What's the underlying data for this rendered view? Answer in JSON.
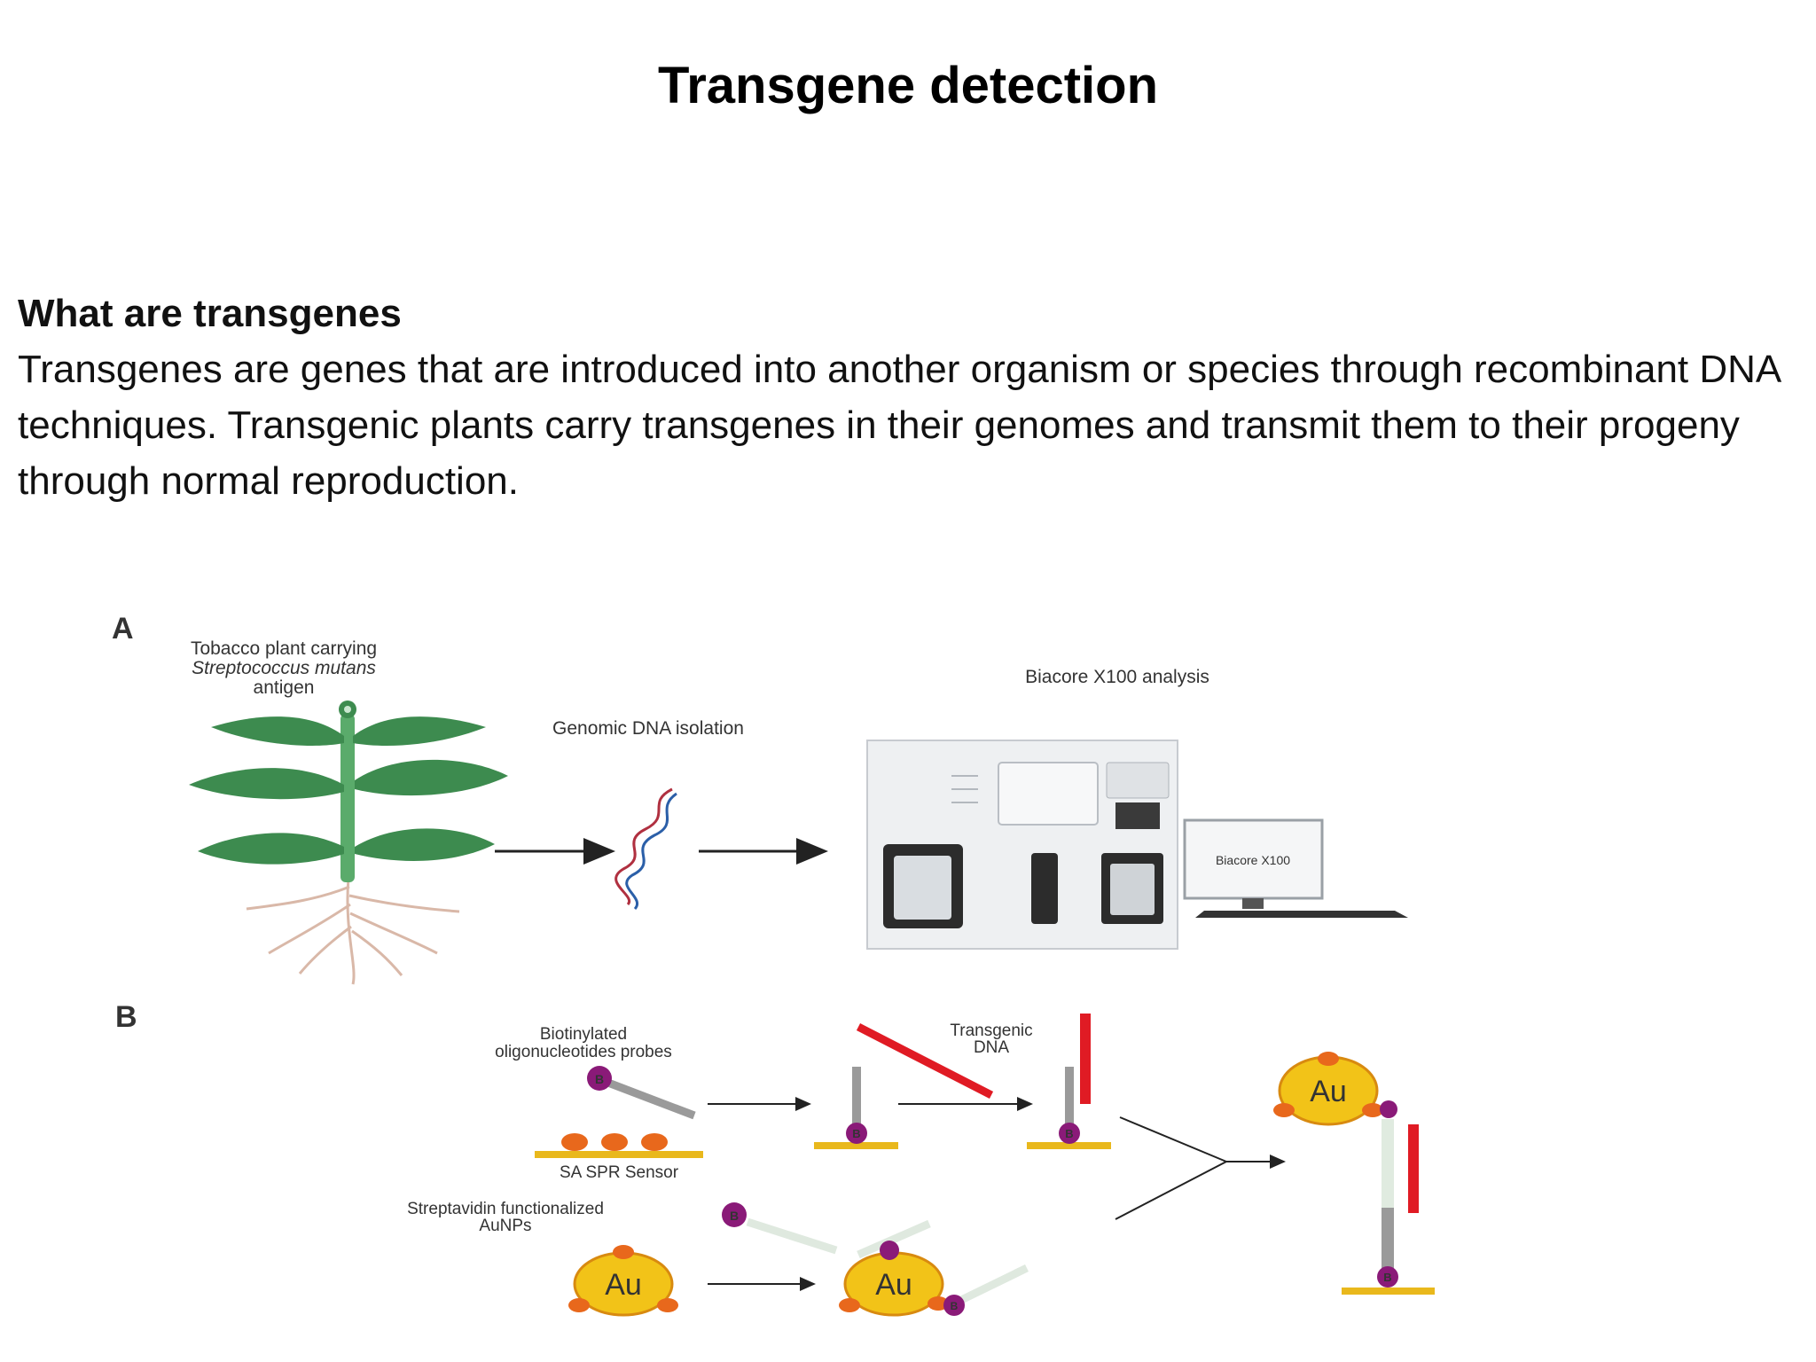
{
  "slide": {
    "title": "Transgene detection"
  },
  "body": {
    "heading": "What are transgenes",
    "paragraph": "Transgenes are genes that are introduced into another organism or species through recombinant DNA techniques. Transgenic plants carry transgenes in their genomes and transmit them to their progeny through normal reproduction."
  },
  "figure": {
    "panel_a": {
      "letter": "A",
      "plant_label_line1": "Tobacco plant carrying",
      "plant_label_line2": "Streptococcus mutans",
      "plant_label_line3": "antigen",
      "dna_label": "Genomic DNA isolation",
      "instrument_label": "Biacore X100 analysis",
      "monitor_text": "Biacore X100"
    },
    "panel_b": {
      "letter": "B",
      "probe_label_line1": "Biotinylated",
      "probe_label_line2": "oligonucleotides probes",
      "sensor_label": "SA SPR Sensor",
      "transgenic_label_line1": "Transgenic",
      "transgenic_label_line2": "DNA",
      "aunp_label_line1": "Streptavidin functionalized",
      "aunp_label_line2": "AuNPs",
      "biotin_symbol": "B",
      "gold_symbol": "Au"
    },
    "colors": {
      "leaf": "#3d8b4f",
      "stem": "#5aab6b",
      "root": "#d9b8a8",
      "gold": "#f2c318",
      "gold_border": "#d88a10",
      "biotin": "#8a1a78",
      "streptavidin": "#e8681c",
      "dna_red": "#e01b24",
      "probe_gray": "#9a9a9a",
      "sensor": "#e9b81c"
    }
  }
}
